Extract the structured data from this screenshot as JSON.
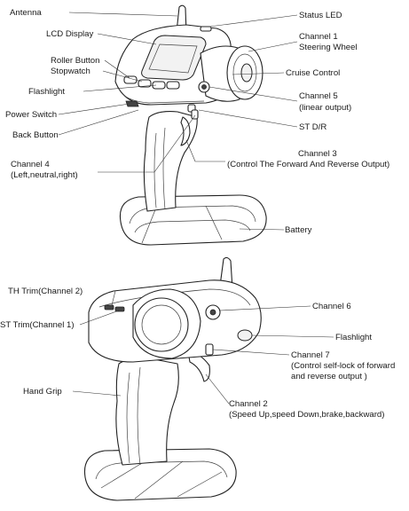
{
  "views": [
    {
      "id": "front",
      "callouts": [
        {
          "id": "antenna",
          "text": "Antenna"
        },
        {
          "id": "lcd-display",
          "text": "LCD Display"
        },
        {
          "id": "roller-button",
          "text": "Roller Button"
        },
        {
          "id": "stopwatch",
          "text": "Stopwatch"
        },
        {
          "id": "flashlight",
          "text": "Flashlight"
        },
        {
          "id": "power-switch",
          "text": "Power Switch"
        },
        {
          "id": "back-button",
          "text": "Back Button"
        },
        {
          "id": "channel-4",
          "text": "Channel 4"
        },
        {
          "id": "channel-4-desc",
          "text": "(Left,neutral,right)"
        },
        {
          "id": "status-led",
          "text": "Status LED"
        },
        {
          "id": "channel-1",
          "text": "Channel 1"
        },
        {
          "id": "channel-1-desc",
          "text": "Steering Wheel"
        },
        {
          "id": "cruise-control",
          "text": "Cruise Control"
        },
        {
          "id": "channel-5",
          "text": "Channel 5"
        },
        {
          "id": "channel-5-desc",
          "text": "(linear output)"
        },
        {
          "id": "st-dr",
          "text": "ST D/R"
        },
        {
          "id": "channel-3",
          "text": "Channel 3"
        },
        {
          "id": "channel-3-desc",
          "text": "(Control The Forward And Reverse Output)"
        },
        {
          "id": "battery",
          "text": "Battery"
        }
      ]
    },
    {
      "id": "rear",
      "callouts": [
        {
          "id": "th-trim",
          "text": "TH Trim(Channel 2)"
        },
        {
          "id": "st-trim",
          "text": "ST Trim(Channel 1)"
        },
        {
          "id": "hand-grip",
          "text": "Hand Grip"
        },
        {
          "id": "channel-6",
          "text": "Channel 6"
        },
        {
          "id": "flashlight-rear",
          "text": "Flashlight"
        },
        {
          "id": "channel-7",
          "text": "Channel 7"
        },
        {
          "id": "channel-7-desc-1",
          "text": "(Control self-lock of forward"
        },
        {
          "id": "channel-7-desc-2",
          "text": "and reverse output )"
        },
        {
          "id": "channel-2",
          "text": "Channel 2"
        },
        {
          "id": "channel-2-desc",
          "text": "(Speed Up,speed Down,brake,backward)"
        }
      ]
    }
  ]
}
